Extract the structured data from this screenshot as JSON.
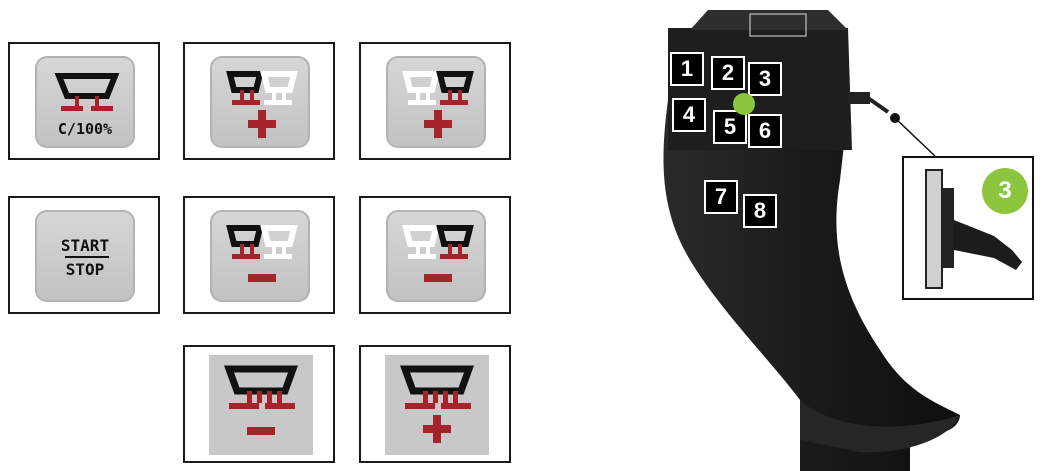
{
  "keys": {
    "c100_label": "C/100%",
    "start_label": "START",
    "stop_label": "STOP"
  },
  "joystick": {
    "buttons": [
      "1",
      "2",
      "3",
      "4",
      "5",
      "6",
      "7",
      "8"
    ],
    "callout_number": "3"
  },
  "colors": {
    "hopper_red": "#a5242b",
    "key_gray": "#c8c8c8",
    "accent_green": "#8cc63f",
    "joystick_black": "#1c1c1c"
  }
}
